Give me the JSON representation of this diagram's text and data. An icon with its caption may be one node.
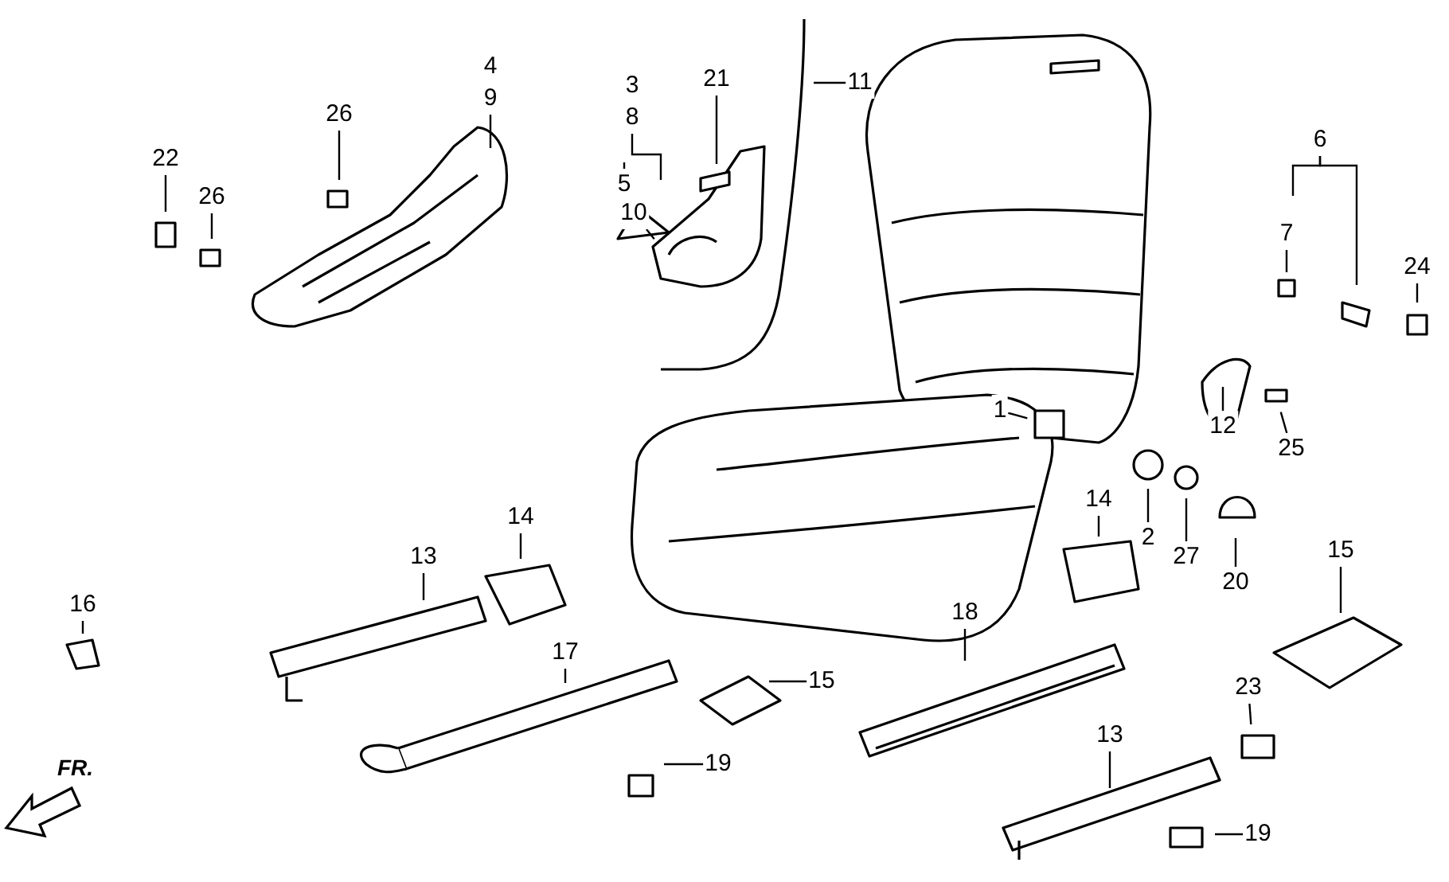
{
  "diagram": {
    "nodes": [
      {
        "text": [
          "4",
          "9"
        ]
      },
      {
        "text": [
          "26"
        ]
      },
      {
        "text": [
          "22"
        ]
      },
      {
        "text": [
          "26"
        ]
      },
      {
        "text": [
          "3",
          "8"
        ]
      },
      {
        "text": [
          "21"
        ]
      },
      {
        "text": [
          "11"
        ]
      },
      {
        "text": [
          "5"
        ]
      },
      {
        "text": [
          "10"
        ]
      },
      {
        "text": [
          "6"
        ]
      },
      {
        "text": [
          "7"
        ]
      },
      {
        "text": [
          "24"
        ]
      },
      {
        "text": [
          "1"
        ]
      },
      {
        "text": [
          "12"
        ]
      },
      {
        "text": [
          "25"
        ]
      },
      {
        "text": [
          "14"
        ]
      },
      {
        "text": [
          "2"
        ]
      },
      {
        "text": [
          "15"
        ]
      },
      {
        "text": [
          "13"
        ]
      },
      {
        "text": [
          "27"
        ]
      },
      {
        "text": [
          "20"
        ]
      },
      {
        "text": [
          "16"
        ]
      },
      {
        "text": [
          "14"
        ]
      },
      {
        "text": [
          "17"
        ]
      },
      {
        "text": [
          "18"
        ]
      },
      {
        "text": [
          "15"
        ]
      },
      {
        "text": [
          "23"
        ]
      },
      {
        "text": [
          "13"
        ]
      },
      {
        "text": [
          "19"
        ]
      },
      {
        "text": [
          "19"
        ]
      }
    ],
    "edges": [
      {
        "from": 0,
        "to": null,
        "arrow": "none"
      },
      {
        "from": 1,
        "to": null,
        "arrow": "none"
      },
      {
        "from": 2,
        "to": null,
        "arrow": "none"
      },
      {
        "from": 3,
        "to": null,
        "arrow": "none"
      },
      {
        "from": 4,
        "to": null,
        "arrow": "none"
      },
      {
        "from": 5,
        "to": null,
        "arrow": "none"
      },
      {
        "from": 6,
        "to": null,
        "arrow": "none"
      },
      {
        "from": 7,
        "to": null,
        "arrow": "none"
      },
      {
        "from": 8,
        "to": null,
        "arrow": "none"
      },
      {
        "from": 9,
        "to": null,
        "arrow": "none"
      },
      {
        "from": 9,
        "to": null,
        "arrow": "none"
      },
      {
        "from": 10,
        "to": null,
        "arrow": "none"
      },
      {
        "from": 11,
        "to": null,
        "arrow": "none"
      },
      {
        "from": 12,
        "to": null,
        "arrow": "none"
      },
      {
        "from": 13,
        "to": null,
        "arrow": "none"
      },
      {
        "from": 14,
        "to": null,
        "arrow": "none"
      },
      {
        "from": 15,
        "to": null,
        "arrow": "none"
      },
      {
        "from": 16,
        "to": null,
        "arrow": "none"
      },
      {
        "from": 17,
        "to": null,
        "arrow": "none"
      },
      {
        "from": 18,
        "to": null,
        "arrow": "none"
      },
      {
        "from": 19,
        "to": null,
        "arrow": "none"
      },
      {
        "from": 20,
        "to": null,
        "arrow": "none"
      },
      {
        "from": 21,
        "to": null,
        "arrow": "none"
      },
      {
        "from": 22,
        "to": null,
        "arrow": "none"
      },
      {
        "from": 23,
        "to": null,
        "arrow": "none"
      },
      {
        "from": 24,
        "to": null,
        "arrow": "none"
      },
      {
        "from": 25,
        "to": null,
        "arrow": "none"
      },
      {
        "from": 26,
        "to": null,
        "arrow": "none"
      },
      {
        "from": 27,
        "to": null,
        "arrow": "none"
      },
      {
        "from": 28,
        "to": null,
        "arrow": "none"
      },
      {
        "from": 29,
        "to": null,
        "arrow": "none"
      }
    ],
    "labels": [
      "FR."
    ]
  }
}
